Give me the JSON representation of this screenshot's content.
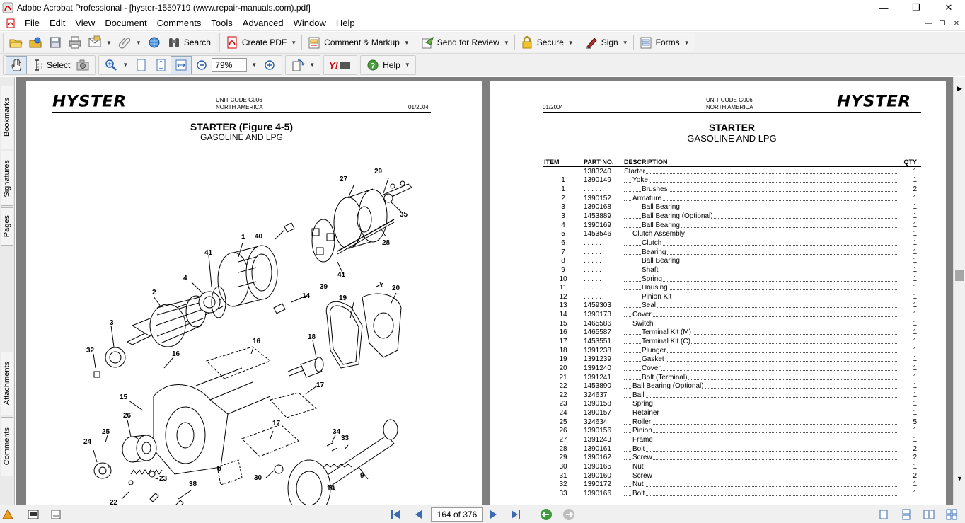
{
  "window": {
    "title": "Adobe Acrobat Professional - [hyster-1559719 (www.repair-manuals.com).pdf]",
    "minimize": "—",
    "maximize": "❐",
    "close": "✕"
  },
  "menubar": {
    "items": [
      "File",
      "Edit",
      "View",
      "Document",
      "Comments",
      "Tools",
      "Advanced",
      "Window",
      "Help"
    ],
    "doc_minimize": "—",
    "doc_restore": "❐",
    "doc_close": "✕"
  },
  "toolbar1": {
    "search_label": "Search",
    "create_pdf_label": "Create PDF",
    "comment_markup_label": "Comment & Markup",
    "send_review_label": "Send for Review",
    "secure_label": "Secure",
    "sign_label": "Sign",
    "forms_label": "Forms"
  },
  "toolbar2": {
    "select_label": "Select",
    "zoom_value": "79%",
    "help_label": "Help"
  },
  "navtabs": [
    "Bookmarks",
    "Signatures",
    "Pages",
    "Attachments",
    "Comments"
  ],
  "statusbar": {
    "page_indicator": "164 of 376"
  },
  "left_page": {
    "logo": "HYSTER",
    "unit_code": "UNIT CODE G006",
    "region": "NORTH AMERICA",
    "date": "01/2004",
    "title": "STARTER (Figure 4-5)",
    "subtitle": "GASOLINE AND LPG",
    "callouts": [
      "29",
      "27",
      "35",
      "1",
      "40",
      "28",
      "41",
      "41",
      "39",
      "2",
      "4",
      "14",
      "19",
      "20",
      "3",
      "32",
      "16",
      "16",
      "18",
      "15",
      "17",
      "26",
      "25",
      "24",
      "17",
      "34",
      "33",
      "23",
      "38",
      "22",
      "30",
      "10",
      "9",
      "b"
    ]
  },
  "right_page": {
    "logo": "HYSTER",
    "unit_code": "UNIT CODE G006",
    "region": "NORTH AMERICA",
    "date": "01/2004",
    "title": "STARTER",
    "subtitle": "GASOLINE AND LPG",
    "table_headers": {
      "item": "ITEM",
      "part": "PART NO.",
      "desc": "DESCRIPTION",
      "qty": "QTY"
    },
    "rows": [
      {
        "item": "",
        "part": "1383240",
        "desc": "Starter",
        "indent": 0,
        "qty": "1"
      },
      {
        "item": "1",
        "part": "1390149",
        "desc": "Yoke",
        "indent": 1,
        "qty": "1"
      },
      {
        "item": "1",
        "part": ". . . . .",
        "desc": "Brushes",
        "indent": 2,
        "qty": "2"
      },
      {
        "item": "2",
        "part": "1390152",
        "desc": "Armature",
        "indent": 1,
        "qty": "1"
      },
      {
        "item": "3",
        "part": "1390168",
        "desc": "Ball Bearing",
        "indent": 2,
        "qty": "1"
      },
      {
        "item": "3",
        "part": "1453889",
        "desc": "Ball Bearing (Optional)",
        "indent": 2,
        "qty": "1"
      },
      {
        "item": "4",
        "part": "1390169",
        "desc": "Ball Bearing",
        "indent": 2,
        "qty": "1"
      },
      {
        "item": "5",
        "part": "1453546",
        "desc": "Clutch Assembly",
        "indent": 1,
        "qty": "1"
      },
      {
        "item": "6",
        "part": ". . . . .",
        "desc": "Clutch",
        "indent": 2,
        "qty": "1"
      },
      {
        "item": "7",
        "part": ". . . . .",
        "desc": "Bearing",
        "indent": 2,
        "qty": "1"
      },
      {
        "item": "8",
        "part": ". . . . .",
        "desc": "Ball Bearing",
        "indent": 2,
        "qty": "1"
      },
      {
        "item": "9",
        "part": ". . . . .",
        "desc": "Shaft",
        "indent": 2,
        "qty": "1"
      },
      {
        "item": "10",
        "part": ". . . . .",
        "desc": "Spring",
        "indent": 2,
        "qty": "1"
      },
      {
        "item": "11",
        "part": ". . . . .",
        "desc": "Housing",
        "indent": 2,
        "qty": "1"
      },
      {
        "item": "12",
        "part": ". . . . .",
        "desc": "Pinion Kit",
        "indent": 2,
        "qty": "1"
      },
      {
        "item": "13",
        "part": "1459303",
        "desc": "Seal",
        "indent": 2,
        "qty": "1"
      },
      {
        "item": "14",
        "part": "1390173",
        "desc": "Cover",
        "indent": 1,
        "qty": "1"
      },
      {
        "item": "15",
        "part": "1465586",
        "desc": "Switch",
        "indent": 1,
        "qty": "1"
      },
      {
        "item": "16",
        "part": "1465587",
        "desc": "Terminal Kit (M)",
        "indent": 2,
        "qty": "1"
      },
      {
        "item": "17",
        "part": "1453551",
        "desc": "Terminal Kit (C)",
        "indent": 2,
        "qty": "1"
      },
      {
        "item": "18",
        "part": "1391238",
        "desc": "Plunger",
        "indent": 2,
        "qty": "1"
      },
      {
        "item": "19",
        "part": "1391239",
        "desc": "Gasket",
        "indent": 2,
        "qty": "1"
      },
      {
        "item": "20",
        "part": "1391240",
        "desc": "Cover",
        "indent": 2,
        "qty": "1"
      },
      {
        "item": "21",
        "part": "1391241",
        "desc": "Bolt (Terminal)",
        "indent": 2,
        "qty": "1"
      },
      {
        "item": "22",
        "part": "1453890",
        "desc": "Ball Bearing (Optional)",
        "indent": 1,
        "qty": "1"
      },
      {
        "item": "22",
        "part": "324637",
        "desc": "Ball",
        "indent": 1,
        "qty": "1"
      },
      {
        "item": "23",
        "part": "1390158",
        "desc": "Spring",
        "indent": 1,
        "qty": "1"
      },
      {
        "item": "24",
        "part": "1390157",
        "desc": "Retainer",
        "indent": 1,
        "qty": "1"
      },
      {
        "item": "25",
        "part": "324634",
        "desc": "Roller",
        "indent": 1,
        "qty": "5"
      },
      {
        "item": "26",
        "part": "1390156",
        "desc": "Pinion",
        "indent": 1,
        "qty": "1"
      },
      {
        "item": "27",
        "part": "1391243",
        "desc": "Frame",
        "indent": 1,
        "qty": "1"
      },
      {
        "item": "28",
        "part": "1390161",
        "desc": "Bolt",
        "indent": 1,
        "qty": "2"
      },
      {
        "item": "29",
        "part": "1390162",
        "desc": "Screw",
        "indent": 1,
        "qty": "2"
      },
      {
        "item": "30",
        "part": "1390165",
        "desc": "Nut",
        "indent": 1,
        "qty": "1"
      },
      {
        "item": "31",
        "part": "1390160",
        "desc": "Screw",
        "indent": 1,
        "qty": "2"
      },
      {
        "item": "32",
        "part": "1390172",
        "desc": "Nut",
        "indent": 1,
        "qty": "1"
      },
      {
        "item": "33",
        "part": "1390166",
        "desc": "Bolt",
        "indent": 1,
        "qty": "1"
      }
    ]
  }
}
